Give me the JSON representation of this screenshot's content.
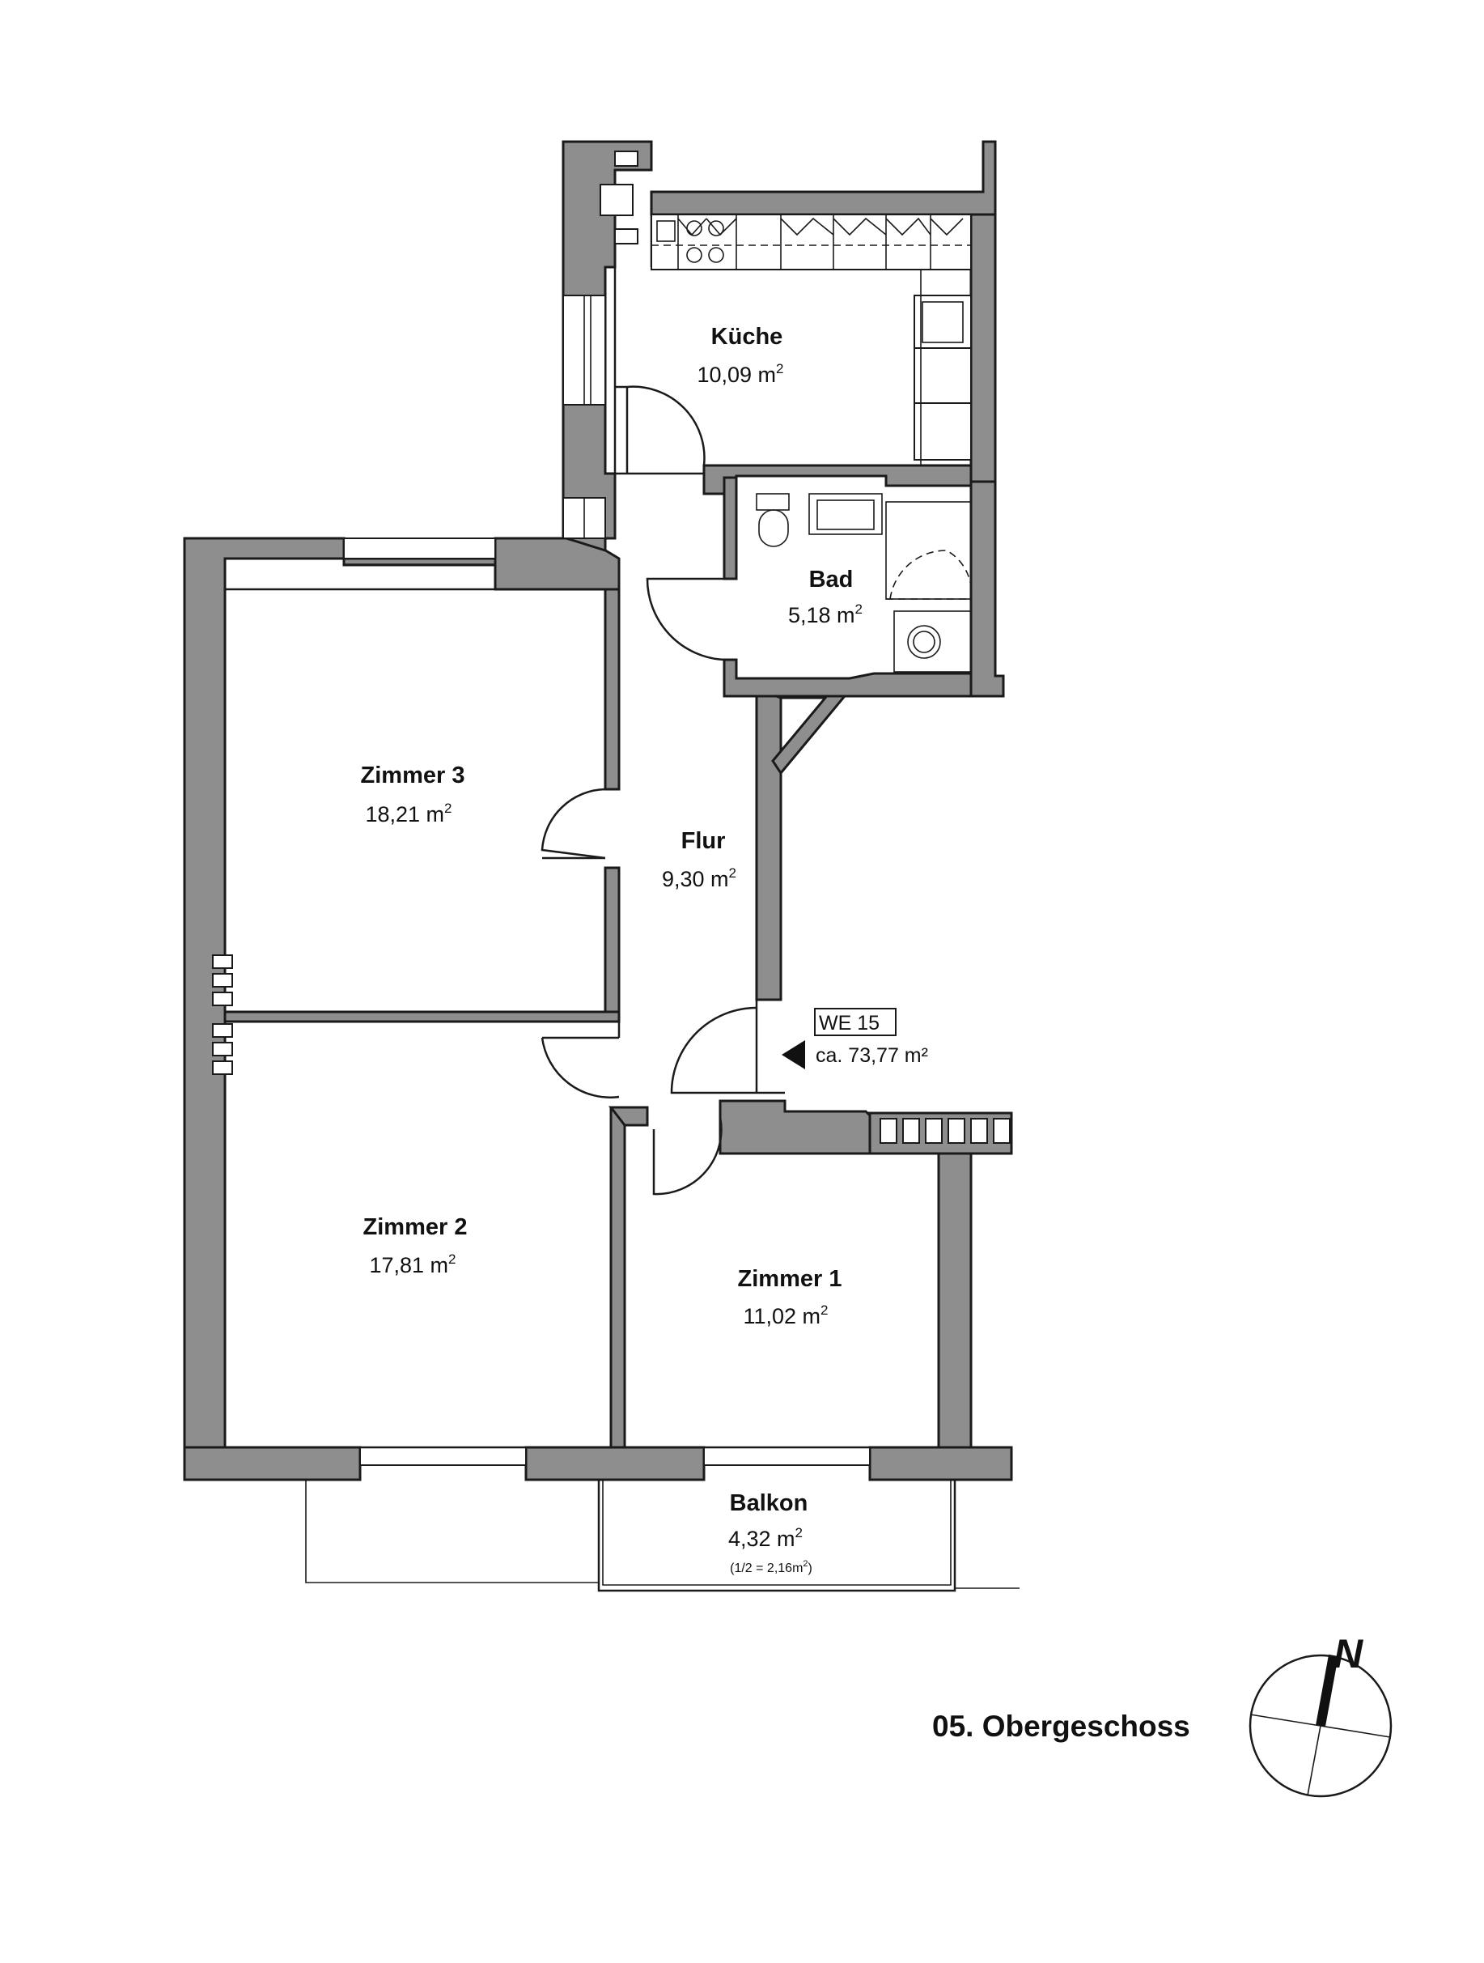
{
  "rooms": {
    "kueche": {
      "name": "Küche",
      "area": "10,09 m",
      "sup": "2"
    },
    "bad": {
      "name": "Bad",
      "area": "5,18 m",
      "sup": "2"
    },
    "zimmer3": {
      "name": "Zimmer 3",
      "area": "18,21 m",
      "sup": "2"
    },
    "flur": {
      "name": "Flur",
      "area": "9,30 m",
      "sup": "2"
    },
    "zimmer2": {
      "name": "Zimmer 2",
      "area": "17,81 m",
      "sup": "2"
    },
    "zimmer1": {
      "name": "Zimmer 1",
      "area": "11,02 m",
      "sup": "2"
    },
    "balkon": {
      "name": "Balkon",
      "area": "4,32 m",
      "sup": "2",
      "note": "(1/2 = 2,16m",
      "note_sup": "2",
      "note_end": ")"
    }
  },
  "unit": {
    "id": "WE 15",
    "area": "ca. 73,77 m²"
  },
  "floor_label": "05. Obergeschoss",
  "north_label": "N",
  "colors": {
    "wall": "#8e8e8e",
    "line": "#1a1a1a",
    "background": "#ffffff"
  }
}
